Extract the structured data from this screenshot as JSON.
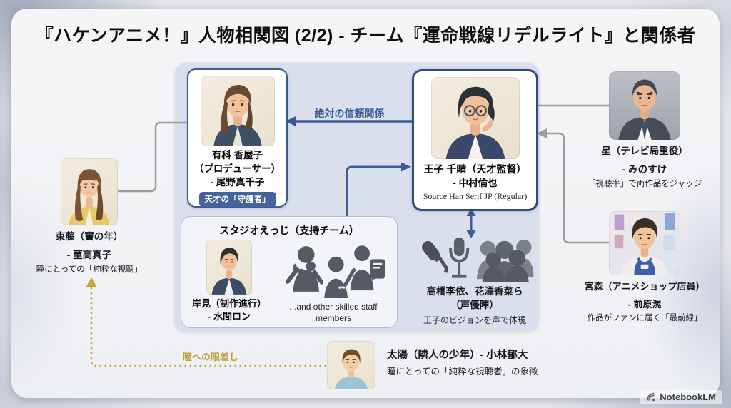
{
  "title": "『ハケンアニメ！』人物相関図 (2/2) - チーム『運命戦線リデルライト』と関係者",
  "labels": {
    "trust": "絶対の信頼関係",
    "gaze": "瞳への眼差し"
  },
  "nodes": {
    "ariko": {
      "name": "有科 香屋子",
      "role": "（プロデューサー）",
      "actor": "- 尾野真千子",
      "badge": "天才の「守護者」"
    },
    "ouji": {
      "name": "王子 千晴（天才監督）",
      "actor": "- 中村倫也",
      "caption": "Source Han Serif JP (Regular)"
    },
    "studio": {
      "title": "スタジオえっじ（支持チーム）",
      "member": {
        "name": "岸見（制作進行）",
        "actor": "- 水間ロン"
      },
      "others": {
        "line1": "...and other skilled staff",
        "line2": "members"
      }
    },
    "voice": {
      "names": "高橋李依、花澤香菜ら",
      "group": "（声優陣）",
      "desc": "王子のビジョンを声で体現"
    },
    "hoshi": {
      "name": "星（テレビ局重役）",
      "actor": "- みのすけ",
      "desc": "「視聴率」で両作品をジャッジ"
    },
    "miyamori": {
      "name": "宮森（アニメショップ店員）",
      "actor": "- 前原滉",
      "desc": "作品がファンに届く「最前線」"
    },
    "todo": {
      "name": "束藤（竇の年）",
      "actor": "- 菫高真子",
      "desc": "瞳にとっての「純粋な視聴」"
    },
    "taiyo": {
      "name": "太陽（隣人の少年）- 小林郁大",
      "desc": "瞳にとっての「純粋な視聴者」の象徴"
    }
  },
  "watermark": "NotebookLM",
  "colors": {
    "accent_blue": "#3a5a94",
    "deep_blue": "#2e4c80",
    "badge_blue": "#47639b",
    "connector_gray": "#9d9d9d",
    "gold": "#c9a53f",
    "container_bg": "#d9dfec"
  }
}
